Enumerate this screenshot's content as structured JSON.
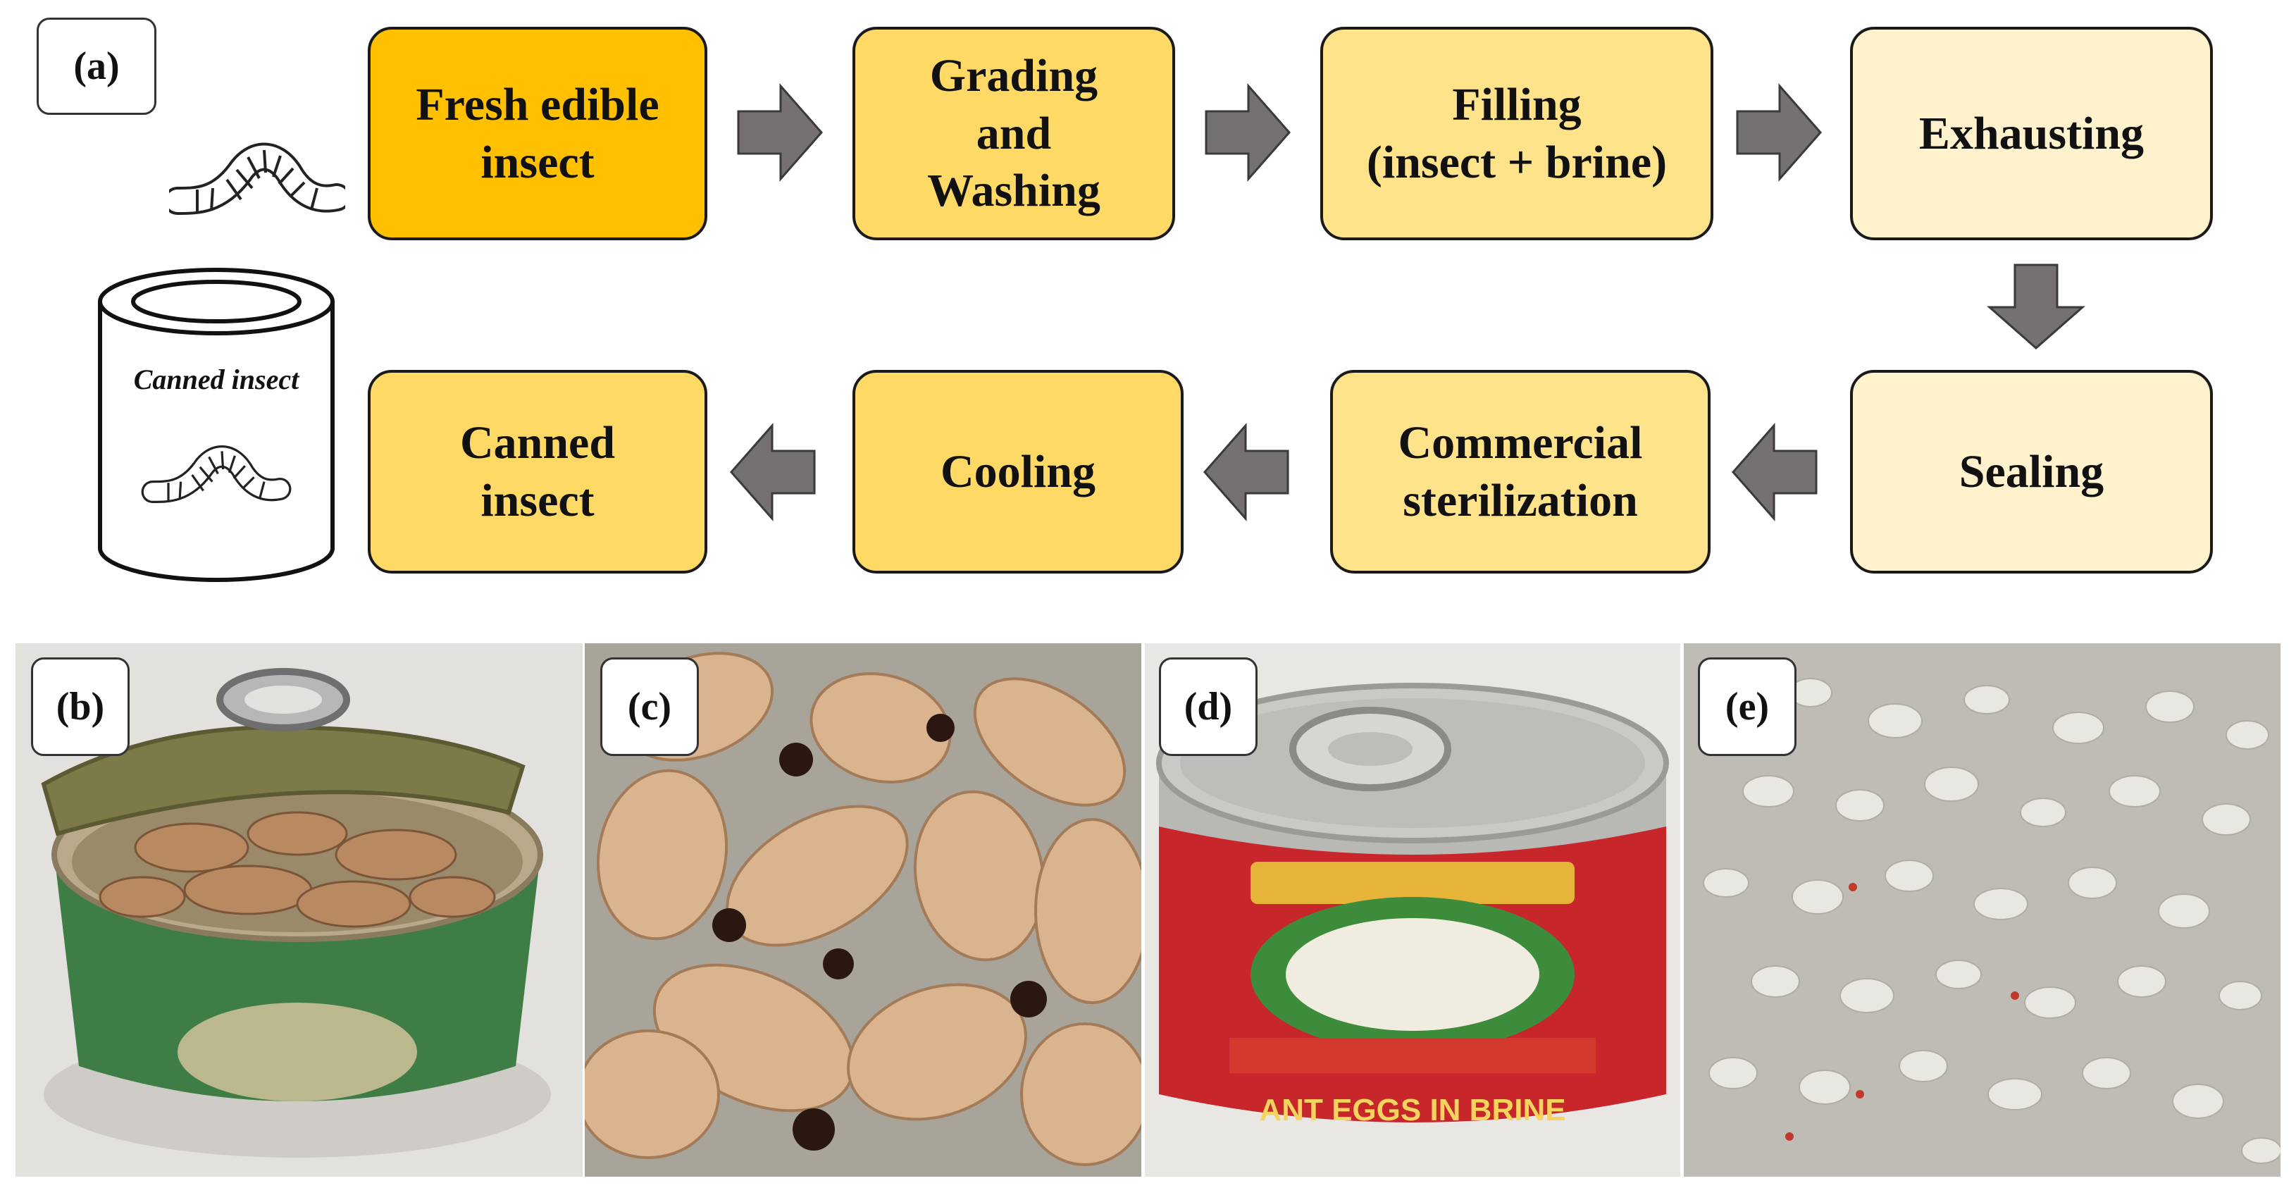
{
  "panel_labels": {
    "a": "(a)",
    "b": "(b)",
    "c": "(c)",
    "d": "(d)",
    "e": "(e)"
  },
  "steps": {
    "fresh": "Fresh edible\ninsect",
    "grading": "Grading\nand\nWashing",
    "filling": "Filling\n(insect + brine)",
    "exhausting": "Exhausting",
    "sealing": "Sealing",
    "sterilization": "Commercial\nsterilization",
    "cooling": "Cooling",
    "canned": "Canned\ninsect"
  },
  "can_label": "Canned insect",
  "colors": {
    "fresh": "#FFC000",
    "mid": "#FFD966",
    "light": "#FFF2CC",
    "arrow": "#767171"
  },
  "photos": {
    "d_can_text": "ANT EGGS IN BRINE"
  }
}
